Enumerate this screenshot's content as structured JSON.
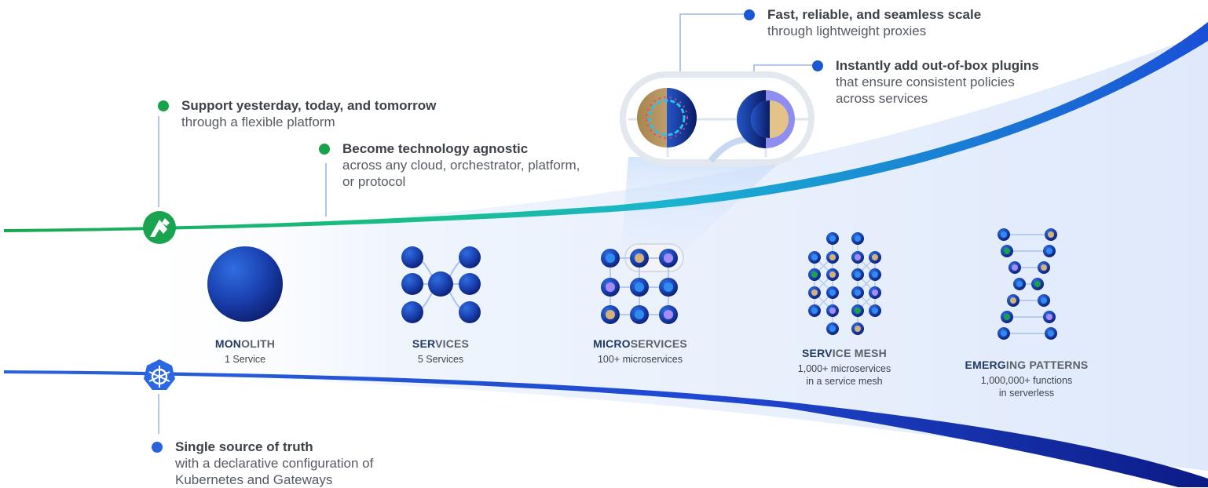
{
  "callouts": {
    "scale": {
      "title": "Fast, reliable, and seamless scale",
      "body": "through lightweight proxies"
    },
    "plugins": {
      "title": "Instantly add out-of-box plugins",
      "body_line1": "that ensure consistent policies",
      "body_line2": "across services"
    },
    "support": {
      "title": "Support yesterday, today, and tomorrow",
      "body": "through a flexible platform"
    },
    "agnostic": {
      "title": "Become technology agnostic",
      "body_line1": "across any cloud, orchestrator, platform,",
      "body_line2": "or protocol"
    },
    "truth": {
      "title": "Single source of truth",
      "body_line1": "with a declarative configuration of",
      "body_line2": "Kubernetes and Gateways"
    }
  },
  "stages": [
    {
      "label_strong": "MON",
      "label_rest": "OLITH",
      "sub_line1": "1 Service",
      "sub_line2": ""
    },
    {
      "label_strong": "SER",
      "label_rest": "VICES",
      "sub_line1": "5 Services",
      "sub_line2": ""
    },
    {
      "label_strong": "MICRO",
      "label_rest": "SERVICES",
      "sub_line1": "100+ microservices",
      "sub_line2": ""
    },
    {
      "label_strong": "SERV",
      "label_rest": "ICE MESH",
      "sub_line1": "1,000+ microservices",
      "sub_line2": "in a service mesh"
    },
    {
      "label_strong": "EMERG",
      "label_rest": "ING PATTERNS",
      "sub_line1": "1,000,000+ functions",
      "sub_line2": "in serverless"
    }
  ],
  "colors": {
    "green": "#16a34a",
    "teal": "#1fc3b1",
    "blue": "#1b56d6",
    "navy": "#0d1f8a",
    "node_dark": "#0a1f6b",
    "node_light": "#2f6de0",
    "tan": "#d4b07a",
    "lavender": "#a58cf4",
    "bright": "#2f8bf0"
  },
  "icons": {
    "top_badge": "kong-logo-icon",
    "bottom_badge": "kubernetes-helm-icon"
  }
}
